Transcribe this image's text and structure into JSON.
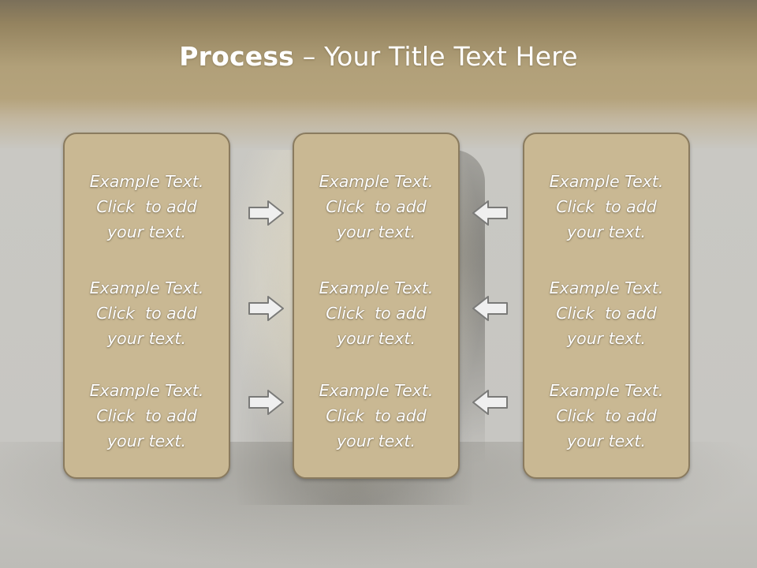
{
  "slide": {
    "title_bold": "Process",
    "title_rest": " – Your Title Text Here"
  },
  "columns": [
    {
      "items": [
        {
          "line1": "Example Text.",
          "line2": "Click  to add",
          "line3": "your text."
        },
        {
          "line1": "Example Text.",
          "line2": "Click  to add",
          "line3": "your text."
        },
        {
          "line1": "Example Text.",
          "line2": "Click  to add",
          "line3": "your text."
        }
      ]
    },
    {
      "items": [
        {
          "line1": "Example Text.",
          "line2": "Click  to add",
          "line3": "your text."
        },
        {
          "line1": "Example Text.",
          "line2": "Click  to add",
          "line3": "your text."
        },
        {
          "line1": "Example Text.",
          "line2": "Click  to add",
          "line3": "your text."
        }
      ]
    },
    {
      "items": [
        {
          "line1": "Example Text.",
          "line2": "Click  to add",
          "line3": "your text."
        },
        {
          "line1": "Example Text.",
          "line2": "Click  to add",
          "line3": "your text."
        },
        {
          "line1": "Example Text.",
          "line2": "Click  to add",
          "line3": "your text."
        }
      ]
    }
  ],
  "arrows": {
    "left_to_center": "arrow-right-icon",
    "right_to_center": "arrow-left-icon"
  },
  "colors": {
    "box_fill": "#c9b893",
    "box_border": "#8a7b5f",
    "header_band": "#b1a079",
    "background": "#c9c8c3",
    "text": "#ffffff",
    "arrow_fill": "#efefef",
    "arrow_stroke": "#7a7a78"
  }
}
